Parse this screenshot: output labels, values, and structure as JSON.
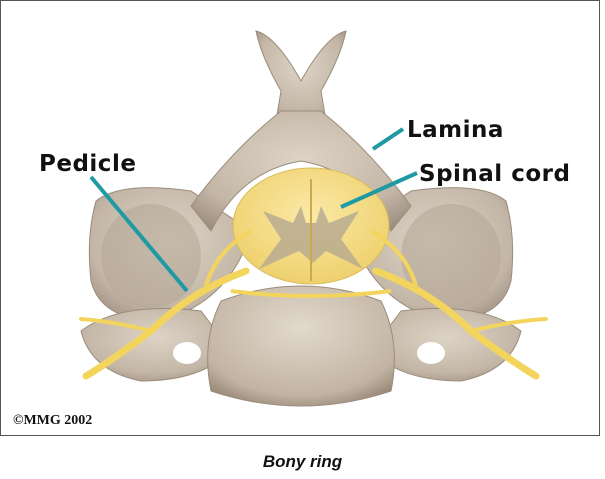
{
  "labels": {
    "lamina": "Lamina",
    "spinal_cord": "Spinal cord",
    "pedicle": "Pedicle"
  },
  "copyright": "©MMG 2002",
  "caption": "Bony ring",
  "colors": {
    "bone": "#cbbfb1",
    "bone_shadow": "#a89a8b",
    "cord": "#f5dd83",
    "grey_matter": "#b4a78c",
    "nerve": "#f3d55e",
    "pointer": "#1f9aa3"
  }
}
